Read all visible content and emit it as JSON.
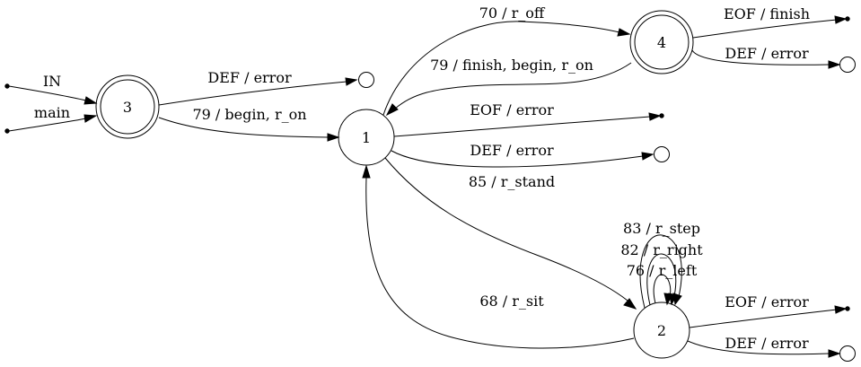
{
  "nodes": {
    "n1": "1",
    "n2": "2",
    "n3": "3",
    "n4": "4"
  },
  "edges": {
    "in_to_3": "IN",
    "main_to_3": "main",
    "e3_def": "DEF / error",
    "e3_to_1": "79 / begin, r_on",
    "e1_to_4": "70 / r_off",
    "e4_to_1": "79 / finish, begin, r_on",
    "e4_eof": "EOF / finish",
    "e4_def": "DEF / error",
    "e1_eof": "EOF / error",
    "e1_def": "DEF / error",
    "e1_to_2": "85 / r_stand",
    "e2_to_1": "68 / r_sit",
    "e2_loop1": "83 / r_step",
    "e2_loop2": "82 / r_right",
    "e2_loop3": "76 / r_left",
    "e2_eof": "EOF / error",
    "e2_def": "DEF / error"
  }
}
